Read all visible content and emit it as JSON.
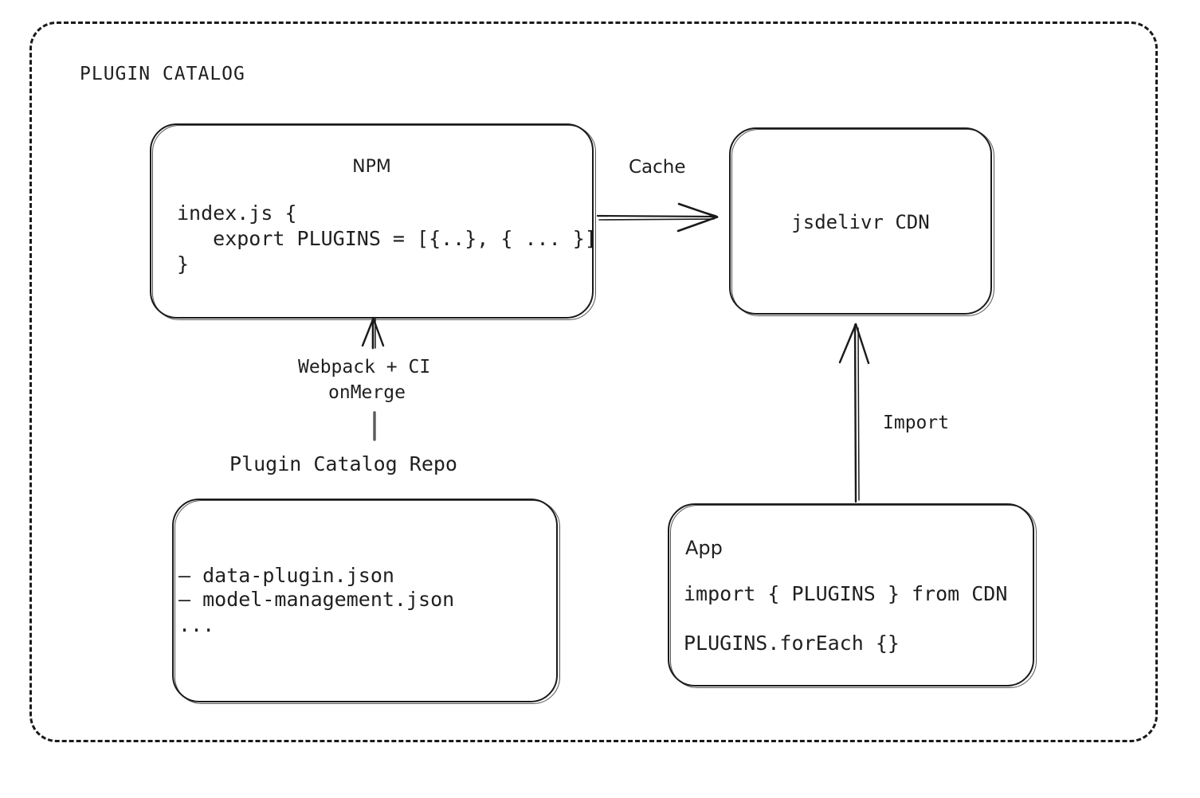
{
  "diagram": {
    "section_title": "PLUGIN CATALOG",
    "boxes": {
      "npm": {
        "title": "NPM",
        "code": [
          "index.js {",
          "   export PLUGINS = [{..}, { ... }]",
          "}"
        ]
      },
      "cdn": {
        "label": "jsdelivr CDN"
      },
      "repo": {
        "caption": "Plugin Catalog Repo",
        "files": [
          "– data-plugin.json",
          "– model-management.json",
          "..."
        ]
      },
      "app": {
        "title": "App",
        "code": [
          "import { PLUGINS } from CDN",
          "PLUGINS.forEach {}"
        ]
      }
    },
    "edges": {
      "cache": "Cache",
      "build_line1": "Webpack + CI",
      "build_line2": "onMerge",
      "import": "Import"
    },
    "colors": {
      "stroke": "#1a1a1a",
      "text": "#1f1f1f",
      "background": "#ffffff"
    }
  }
}
